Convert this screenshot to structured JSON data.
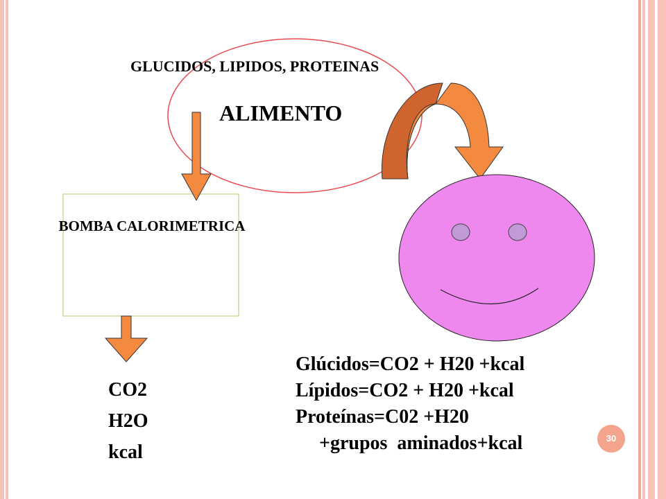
{
  "colors": {
    "border_pink": "#f7c3b6",
    "border_dark": "#eea89a",
    "arrow_orange": "#f48940",
    "arrow_orange_dark": "#d0642e",
    "ellipse_red": "#e8494f",
    "box_green": "#b1c96b",
    "face_pink": "#ee88ee",
    "eye_purple": "#c39ad8",
    "badge": "#f4a48c"
  },
  "slide": {
    "title": "GLUCIDOS, LIPIDOS, PROTEINAS",
    "food_label": "ALIMENTO",
    "calorimeter_label": "BOMBA CALORIMETRICA",
    "products": [
      "CO2",
      "H2O",
      "kcal"
    ],
    "equations": [
      "Glúcidos=CO2 + H20 +kcal",
      "Lípidos=CO2 + H20 +kcal",
      "Proteínas=C02 +H20"
    ],
    "equation_continuation": "+grupos  aminados+kcal",
    "page_number": "30"
  },
  "icons": {
    "face": "smiley-face-icon",
    "arrows": [
      "down-arrow-icon",
      "curved-arrow-icon"
    ]
  }
}
